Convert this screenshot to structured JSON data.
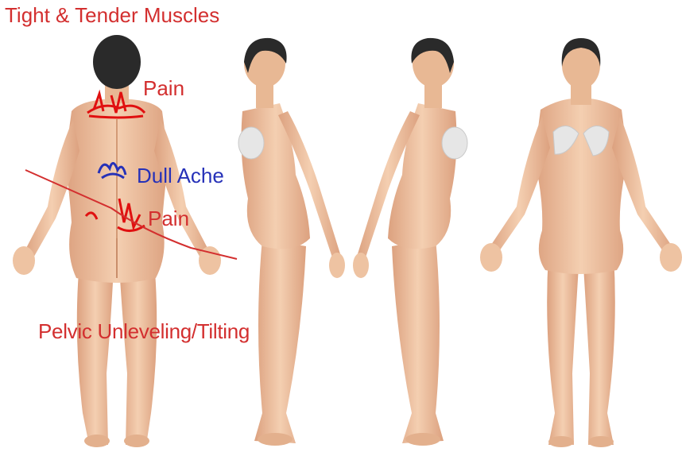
{
  "labels": {
    "title": "Tight & Tender Muscles",
    "pain_upper": "Pain",
    "dull_ache": "Dull Ache",
    "pain_lower": "Pain",
    "pelvic": "Pelvic Unleveling/Tilting"
  },
  "figures": [
    {
      "view": "back"
    },
    {
      "view": "left-side"
    },
    {
      "view": "right-side"
    },
    {
      "view": "front"
    }
  ],
  "colors": {
    "annotation_red": "#d32f2f",
    "annotation_blue": "#2631b8",
    "skin": "#efc4a2",
    "skin_shade": "#d9a07c",
    "hair": "#2a2a2a",
    "top": "#e6e6e6"
  }
}
